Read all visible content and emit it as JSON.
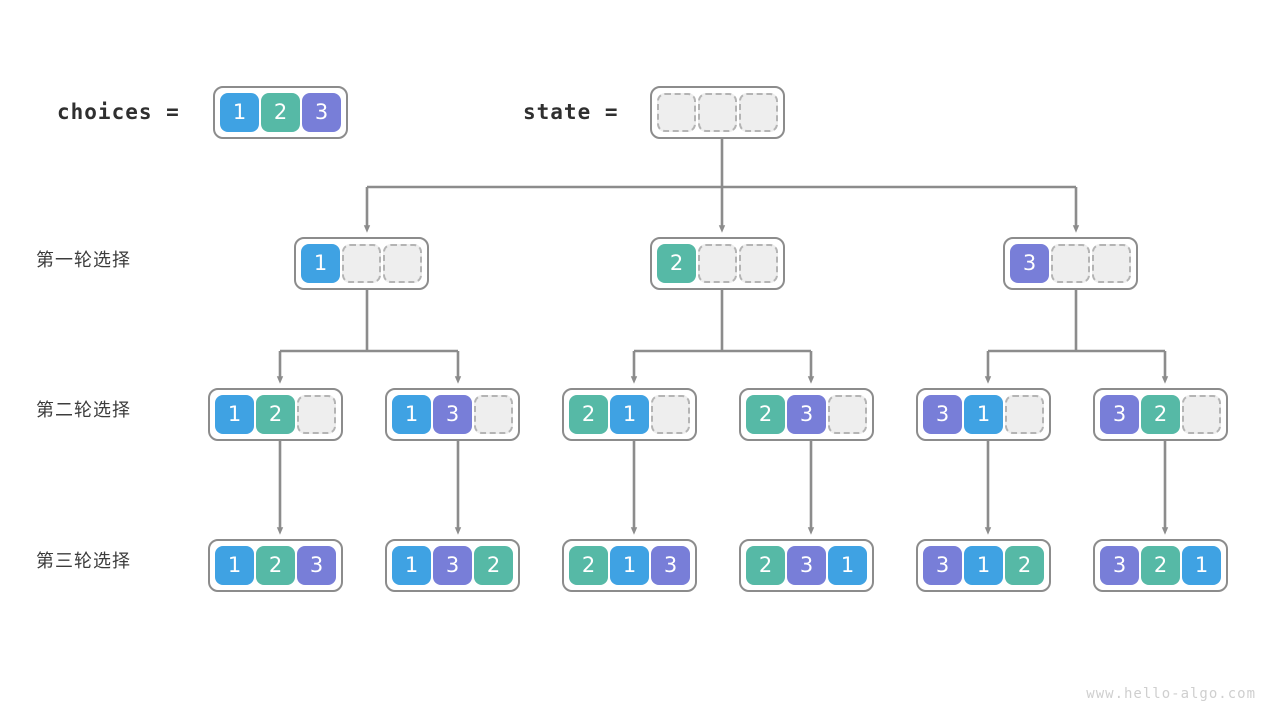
{
  "diagram": {
    "title": "permutation-backtracking-tree",
    "watermark": "www.hello-algo.com",
    "colors": {
      "value_1": "#3fa2e3",
      "value_2": "#56b9a6",
      "value_3": "#787ed8",
      "empty_cell": "#eeeeee",
      "border": "#8c8c8c",
      "connector": "#8c8c8c",
      "label_text": "#3c3c3c",
      "watermark_text": "#cfcfcf",
      "background": "#ffffff"
    }
  },
  "header": {
    "choices_label": "choices =",
    "state_label": "state =",
    "choices_values": [
      "1",
      "2",
      "3"
    ],
    "state_values": [
      "",
      "",
      ""
    ]
  },
  "rows": [
    {
      "label": "第一轮选择",
      "nodes": [
        {
          "values": [
            "1",
            "",
            ""
          ]
        },
        {
          "values": [
            "2",
            "",
            ""
          ]
        },
        {
          "values": [
            "3",
            "",
            ""
          ]
        }
      ]
    },
    {
      "label": "第二轮选择",
      "nodes": [
        {
          "values": [
            "1",
            "2",
            ""
          ]
        },
        {
          "values": [
            "1",
            "3",
            ""
          ]
        },
        {
          "values": [
            "2",
            "1",
            ""
          ]
        },
        {
          "values": [
            "2",
            "3",
            ""
          ]
        },
        {
          "values": [
            "3",
            "1",
            ""
          ]
        },
        {
          "values": [
            "3",
            "2",
            ""
          ]
        }
      ]
    },
    {
      "label": "第三轮选择",
      "nodes": [
        {
          "values": [
            "1",
            "2",
            "3"
          ]
        },
        {
          "values": [
            "1",
            "3",
            "2"
          ]
        },
        {
          "values": [
            "2",
            "1",
            "3"
          ]
        },
        {
          "values": [
            "2",
            "3",
            "1"
          ]
        },
        {
          "values": [
            "3",
            "1",
            "2"
          ]
        },
        {
          "values": [
            "3",
            "2",
            "1"
          ]
        }
      ]
    }
  ]
}
